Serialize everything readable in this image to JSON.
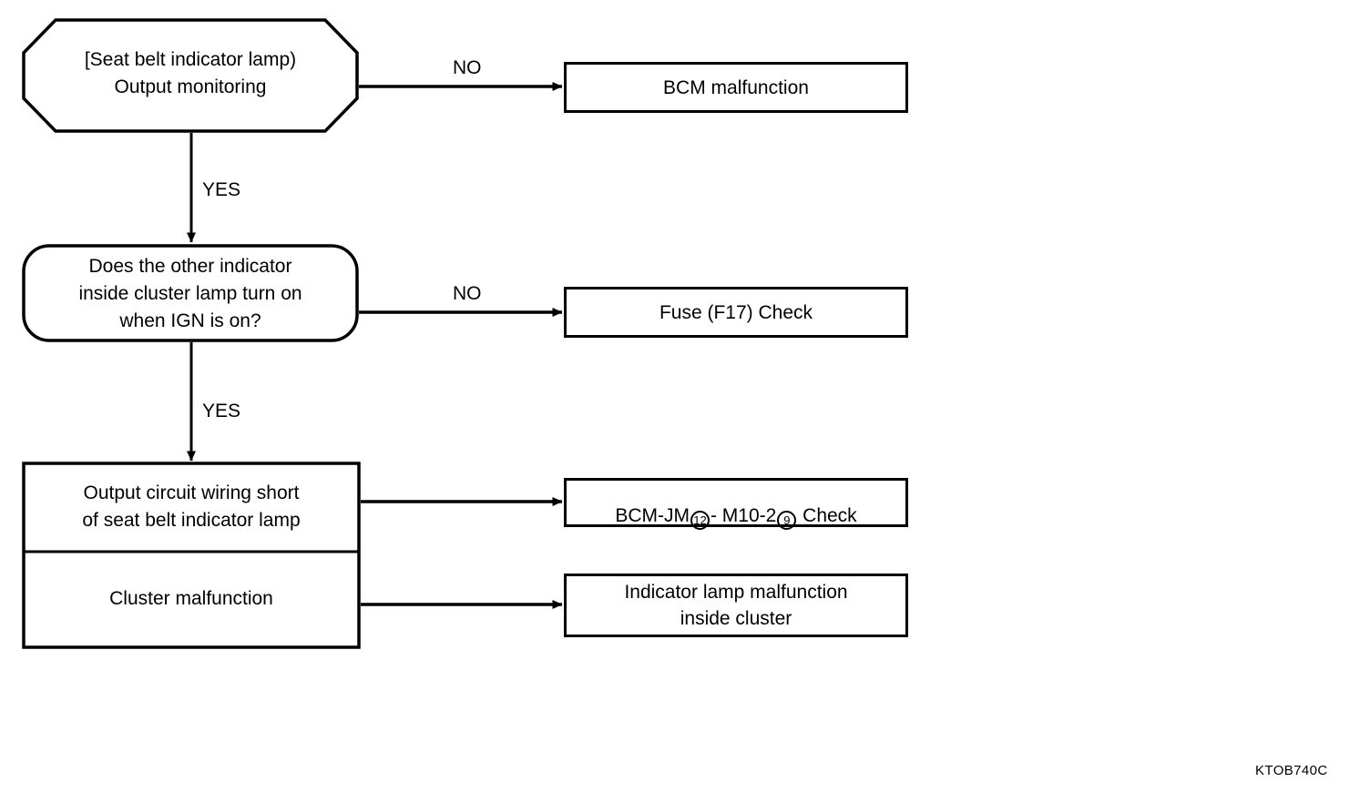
{
  "diagram": {
    "figure_code": "KTOB740C",
    "stroke_color": "#000000",
    "background_color": "#ffffff",
    "nodes": {
      "start": {
        "shape": "octagon",
        "text": "[Seat belt indicator lamp)\nOutput monitoring"
      },
      "bcm_malfunction": {
        "shape": "rectangle",
        "text": "BCM malfunction"
      },
      "decision_cluster": {
        "shape": "rounded-rectangle",
        "text": "Does the other indicator\ninside cluster lamp turn on\nwhen IGN is on?"
      },
      "fuse_check": {
        "shape": "rectangle",
        "text": "Fuse (F17) Check"
      },
      "causes_box": {
        "shape": "split-rectangle",
        "cells": [
          {
            "text": "Output circuit wiring short\nof seat belt indicator lamp"
          },
          {
            "text": "Cluster malfunction"
          }
        ]
      },
      "connector_check": {
        "shape": "rectangle",
        "text_parts": [
          {
            "type": "text",
            "value": "BCM-JM"
          },
          {
            "type": "circled",
            "value": "12"
          },
          {
            "type": "text",
            "value": "- M10-2"
          },
          {
            "type": "circled",
            "value": "9"
          },
          {
            "type": "text",
            "value": " Check"
          }
        ],
        "text_plain": "BCM-JM ⑫ - M10-2 ⑨  Check"
      },
      "indicator_malfunction": {
        "shape": "rectangle",
        "text": "Indicator lamp malfunction\ninside cluster"
      }
    },
    "edges": [
      {
        "id": "start-no",
        "label": "NO",
        "from": "start",
        "to": "bcm_malfunction"
      },
      {
        "id": "start-yes",
        "label": "YES",
        "from": "start",
        "to": "decision_cluster"
      },
      {
        "id": "decision-no",
        "label": "NO",
        "from": "decision_cluster",
        "to": "fuse_check"
      },
      {
        "id": "decision-yes",
        "label": "YES",
        "from": "decision_cluster",
        "to": "causes_box"
      },
      {
        "id": "cause1-arrow",
        "label": "",
        "from": "causes_box",
        "to": "connector_check"
      },
      {
        "id": "cause2-arrow",
        "label": "",
        "from": "causes_box",
        "to": "indicator_malfunction"
      }
    ]
  }
}
